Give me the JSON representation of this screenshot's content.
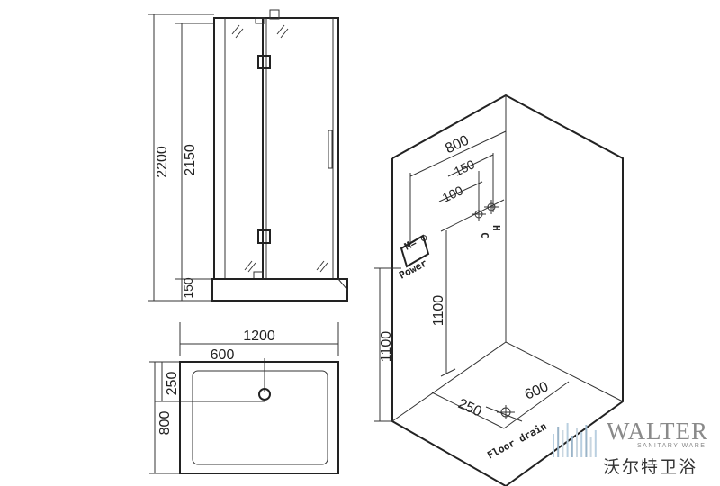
{
  "front_view": {
    "height_total": "2200",
    "height_enclosure": "2150",
    "height_tray": "150"
  },
  "plan_view": {
    "width": "1200",
    "drain_offset_x": "600",
    "drain_offset_y": "250",
    "depth": "800"
  },
  "iso_view": {
    "width": "800",
    "valve_offset_1": "150",
    "valve_offset_2": "100",
    "valve_cold": "C",
    "valve_hot": "H",
    "power_label": "Power",
    "power_height": "1100",
    "valve_height": "1100",
    "drain_offset_1": "250",
    "drain_offset_2": "600",
    "floor_drain_label": "Floor drain"
  },
  "brand": {
    "name": "WALTER",
    "tagline": "SANITARY WARE",
    "name_cn": "沃尔特卫浴",
    "bar_colors": [
      "#b9cfe0",
      "#9ab4c8",
      "#c9d6e0"
    ]
  }
}
